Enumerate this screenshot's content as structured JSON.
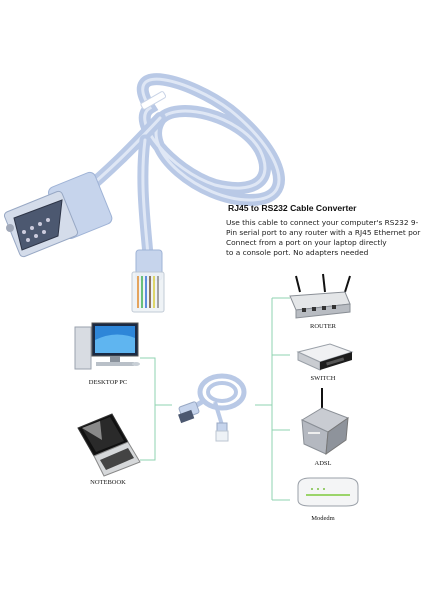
{
  "heading": "RJ45 to RS232 Cable Converter",
  "description_lines": [
    "Use this cable to connect your computer's RS232 9-",
    "Pin serial port to any router with a RJ45 Ethernet por",
    "Connect from a port on your laptop directly",
    "to a console port. No adapters needed"
  ],
  "devices": {
    "desktop": "DESKTOP PC",
    "notebook": "NOTEBOOK",
    "router": "ROUTER",
    "switch": "SWITCH",
    "adsl": "ADSL",
    "modem": "Modedm"
  },
  "colors": {
    "cable": "#b9c9e6",
    "cable_dark": "#8fa6cf",
    "connector": "#c6d4ec",
    "line": "#8fd3b0"
  }
}
